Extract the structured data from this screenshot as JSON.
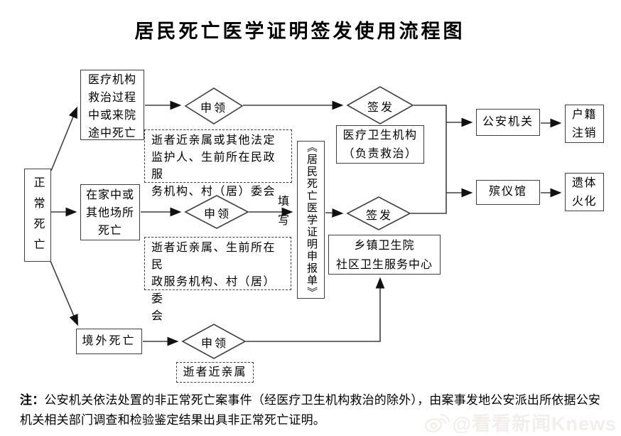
{
  "title": "居民死亡医学证明签发使用流程图",
  "flowchart": {
    "start": {
      "label": "正常死亡"
    },
    "branches": {
      "medical": {
        "lines": [
          "医疗机构",
          "救治过程",
          "中或来院",
          "途中死亡"
        ]
      },
      "home": {
        "lines": [
          "在家中或",
          "其他场所",
          "死亡"
        ]
      },
      "abroad": {
        "label": "境外死亡"
      }
    },
    "diamond_labels": {
      "apply": "申领",
      "issue": "签发"
    },
    "applicants": {
      "legal_guardians": {
        "lines": [
          "逝者近亲属或其他法定",
          "监护人、生前所在民政服",
          "务机构、村（居）委会"
        ]
      },
      "civil_affairs": {
        "lines": [
          "逝者近亲属、生前所在民",
          "政服务机构、村（居）委",
          "会"
        ]
      },
      "relatives": {
        "label": "逝者近亲属"
      }
    },
    "fill_label": [
      "填",
      "写"
    ],
    "report_form": {
      "label": "《居民死亡医学证明申报单》"
    },
    "issuers": {
      "medical_health": {
        "lines": [
          "医疗卫生机构",
          "（负责救治）"
        ]
      },
      "township": {
        "lines": [
          "乡镇卫生院",
          "社区卫生服务中心"
        ]
      }
    },
    "downstream": {
      "police": {
        "label": "公安机关"
      },
      "funeral": {
        "label": "殡仪馆"
      },
      "hukou": {
        "lines": [
          "户籍",
          "注销"
        ]
      },
      "cremation": {
        "lines": [
          "遗体",
          "火化"
        ]
      }
    }
  },
  "note": {
    "prefix": "注：",
    "text": "公安机关依法处置的非正常死亡案事件（经医疗卫生机构救治的除外），由案事发地公安派出所依据公安机关相关部门调查和检验鉴定结果出具非正常死亡证明。"
  },
  "watermark": {
    "handle": "@看看新闻Knews",
    "icon": "weibo-icon"
  },
  "colors": {
    "background": "#ffffff",
    "line": "#3f3f3f",
    "arrow": "#111111",
    "text": "#000000",
    "watermark": "#f2efeb"
  }
}
